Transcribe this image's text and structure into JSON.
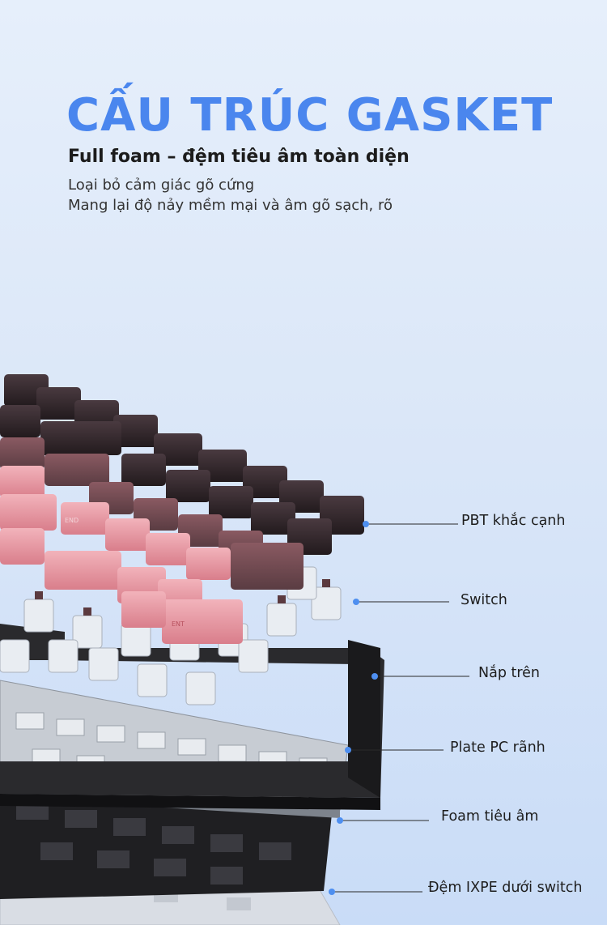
{
  "heading": {
    "title": "CẤU TRÚC GASKET",
    "subtitle": "Full foam – đệm tiêu âm toàn diện",
    "lines": [
      "Loại bỏ cảm giác gõ cứng",
      "Mang lại độ nảy mềm mại và âm gõ sạch, rõ"
    ]
  },
  "layers": [
    {
      "label": "PBT khắc cạnh"
    },
    {
      "label": "Switch"
    },
    {
      "label": "Nắp trên"
    },
    {
      "label": "Plate PC rãnh"
    },
    {
      "label": "Foam tiêu âm"
    },
    {
      "label": "Đệm IXPE dưới switch"
    }
  ],
  "keycap_legends": [
    "END",
    "ENT"
  ],
  "colors": {
    "title": "#4a86ee",
    "keycap_dark": "#2b2125",
    "keycap_pink": "#e79aa5",
    "callout_dot": "#4e8ff0"
  }
}
